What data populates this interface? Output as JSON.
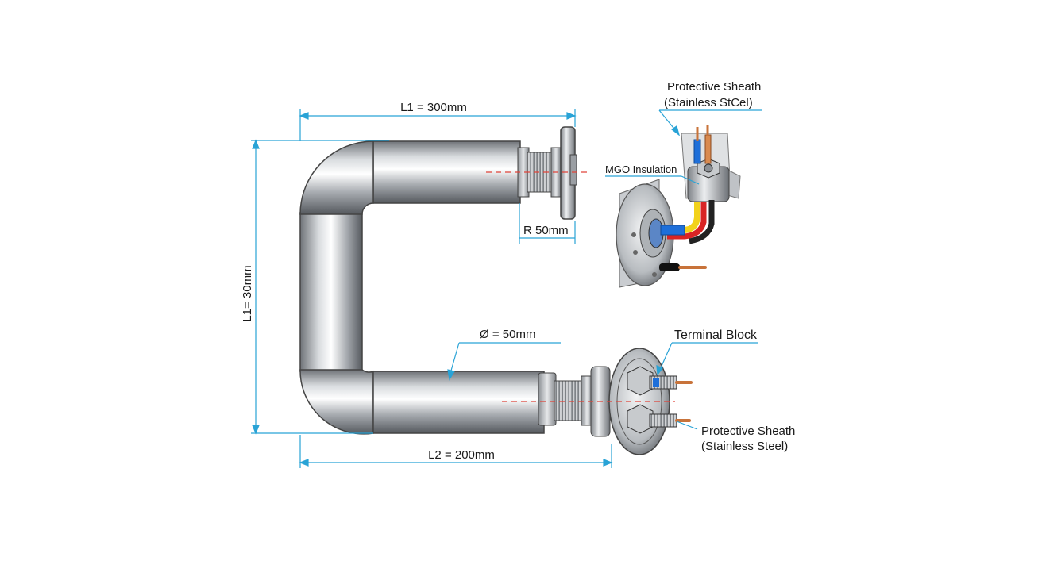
{
  "dimensions": {
    "top_length": "L1 = 300mm",
    "vertical_length": "L1= 30mm",
    "bottom_length": "L2 = 200mm",
    "bend_radius": "R 50mm",
    "diameter": "Ø = 50mm"
  },
  "callouts": {
    "sheath_top_line1": "Protective Sheath",
    "sheath_top_line2": "(Stainless StCel)",
    "mgo_insulation": "MGO Insulation",
    "terminal_block": "Terminal Block",
    "sheath_bottom_line1": "Protective Sheath",
    "sheath_bottom_line2": "(Stainless Steel)"
  },
  "colors": {
    "dimension_line": "#29a3d6",
    "center_line": "#e0443a",
    "wire_blue": "#1e6fd9",
    "wire_red": "#d92424",
    "wire_yellow": "#f2d21b",
    "copper": "#c8733a"
  }
}
